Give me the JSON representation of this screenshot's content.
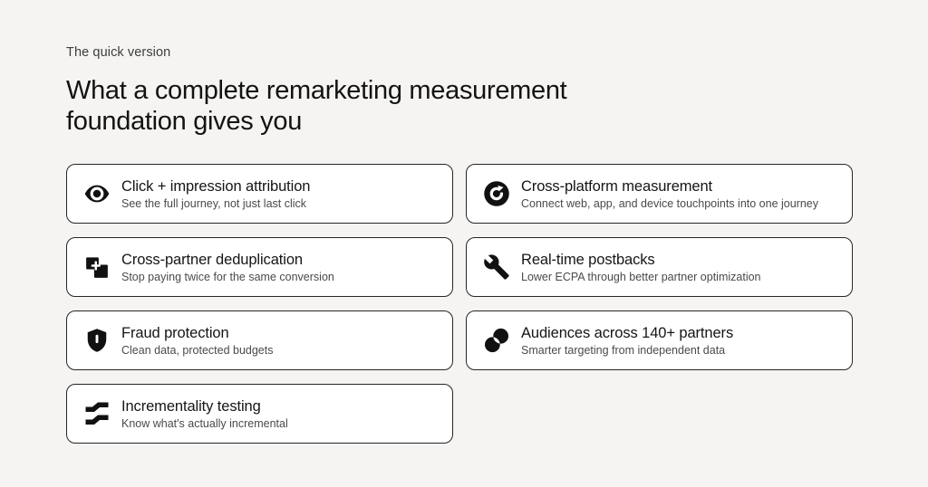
{
  "page": {
    "eyebrow": "The quick version",
    "heading_line1": "What a complete remarketing measurement",
    "heading_line2": "foundation gives you"
  },
  "cards": [
    {
      "icon": "eye-icon",
      "title": "Click + impression attribution",
      "subtitle": "See the full journey, not just last click"
    },
    {
      "icon": "refresh-icon",
      "title": "Cross-platform measurement",
      "subtitle": "Connect web, app, and device touchpoints into one journey"
    },
    {
      "icon": "overlap-squares-icon",
      "title": "Cross-partner deduplication",
      "subtitle": "Stop paying twice for the same conversion"
    },
    {
      "icon": "wrench-icon",
      "title": "Real-time postbacks",
      "subtitle": "Lower ECPA through better partner optimization"
    },
    {
      "icon": "shield-icon",
      "title": "Fraud protection",
      "subtitle": "Clean data, protected budgets"
    },
    {
      "icon": "overlap-circles-icon",
      "title": "Audiences across 140+ partners",
      "subtitle": "Smarter targeting from independent data"
    },
    {
      "icon": "steps-icon",
      "title": "Incrementality testing",
      "subtitle": "Know what's actually incremental"
    }
  ],
  "colors": {
    "page_background": "#f5f4f2",
    "card_background": "#ffffff",
    "card_border": "#262626",
    "title_text": "#151515",
    "subtitle_text": "#4a4a4a",
    "icon": "#111111"
  }
}
